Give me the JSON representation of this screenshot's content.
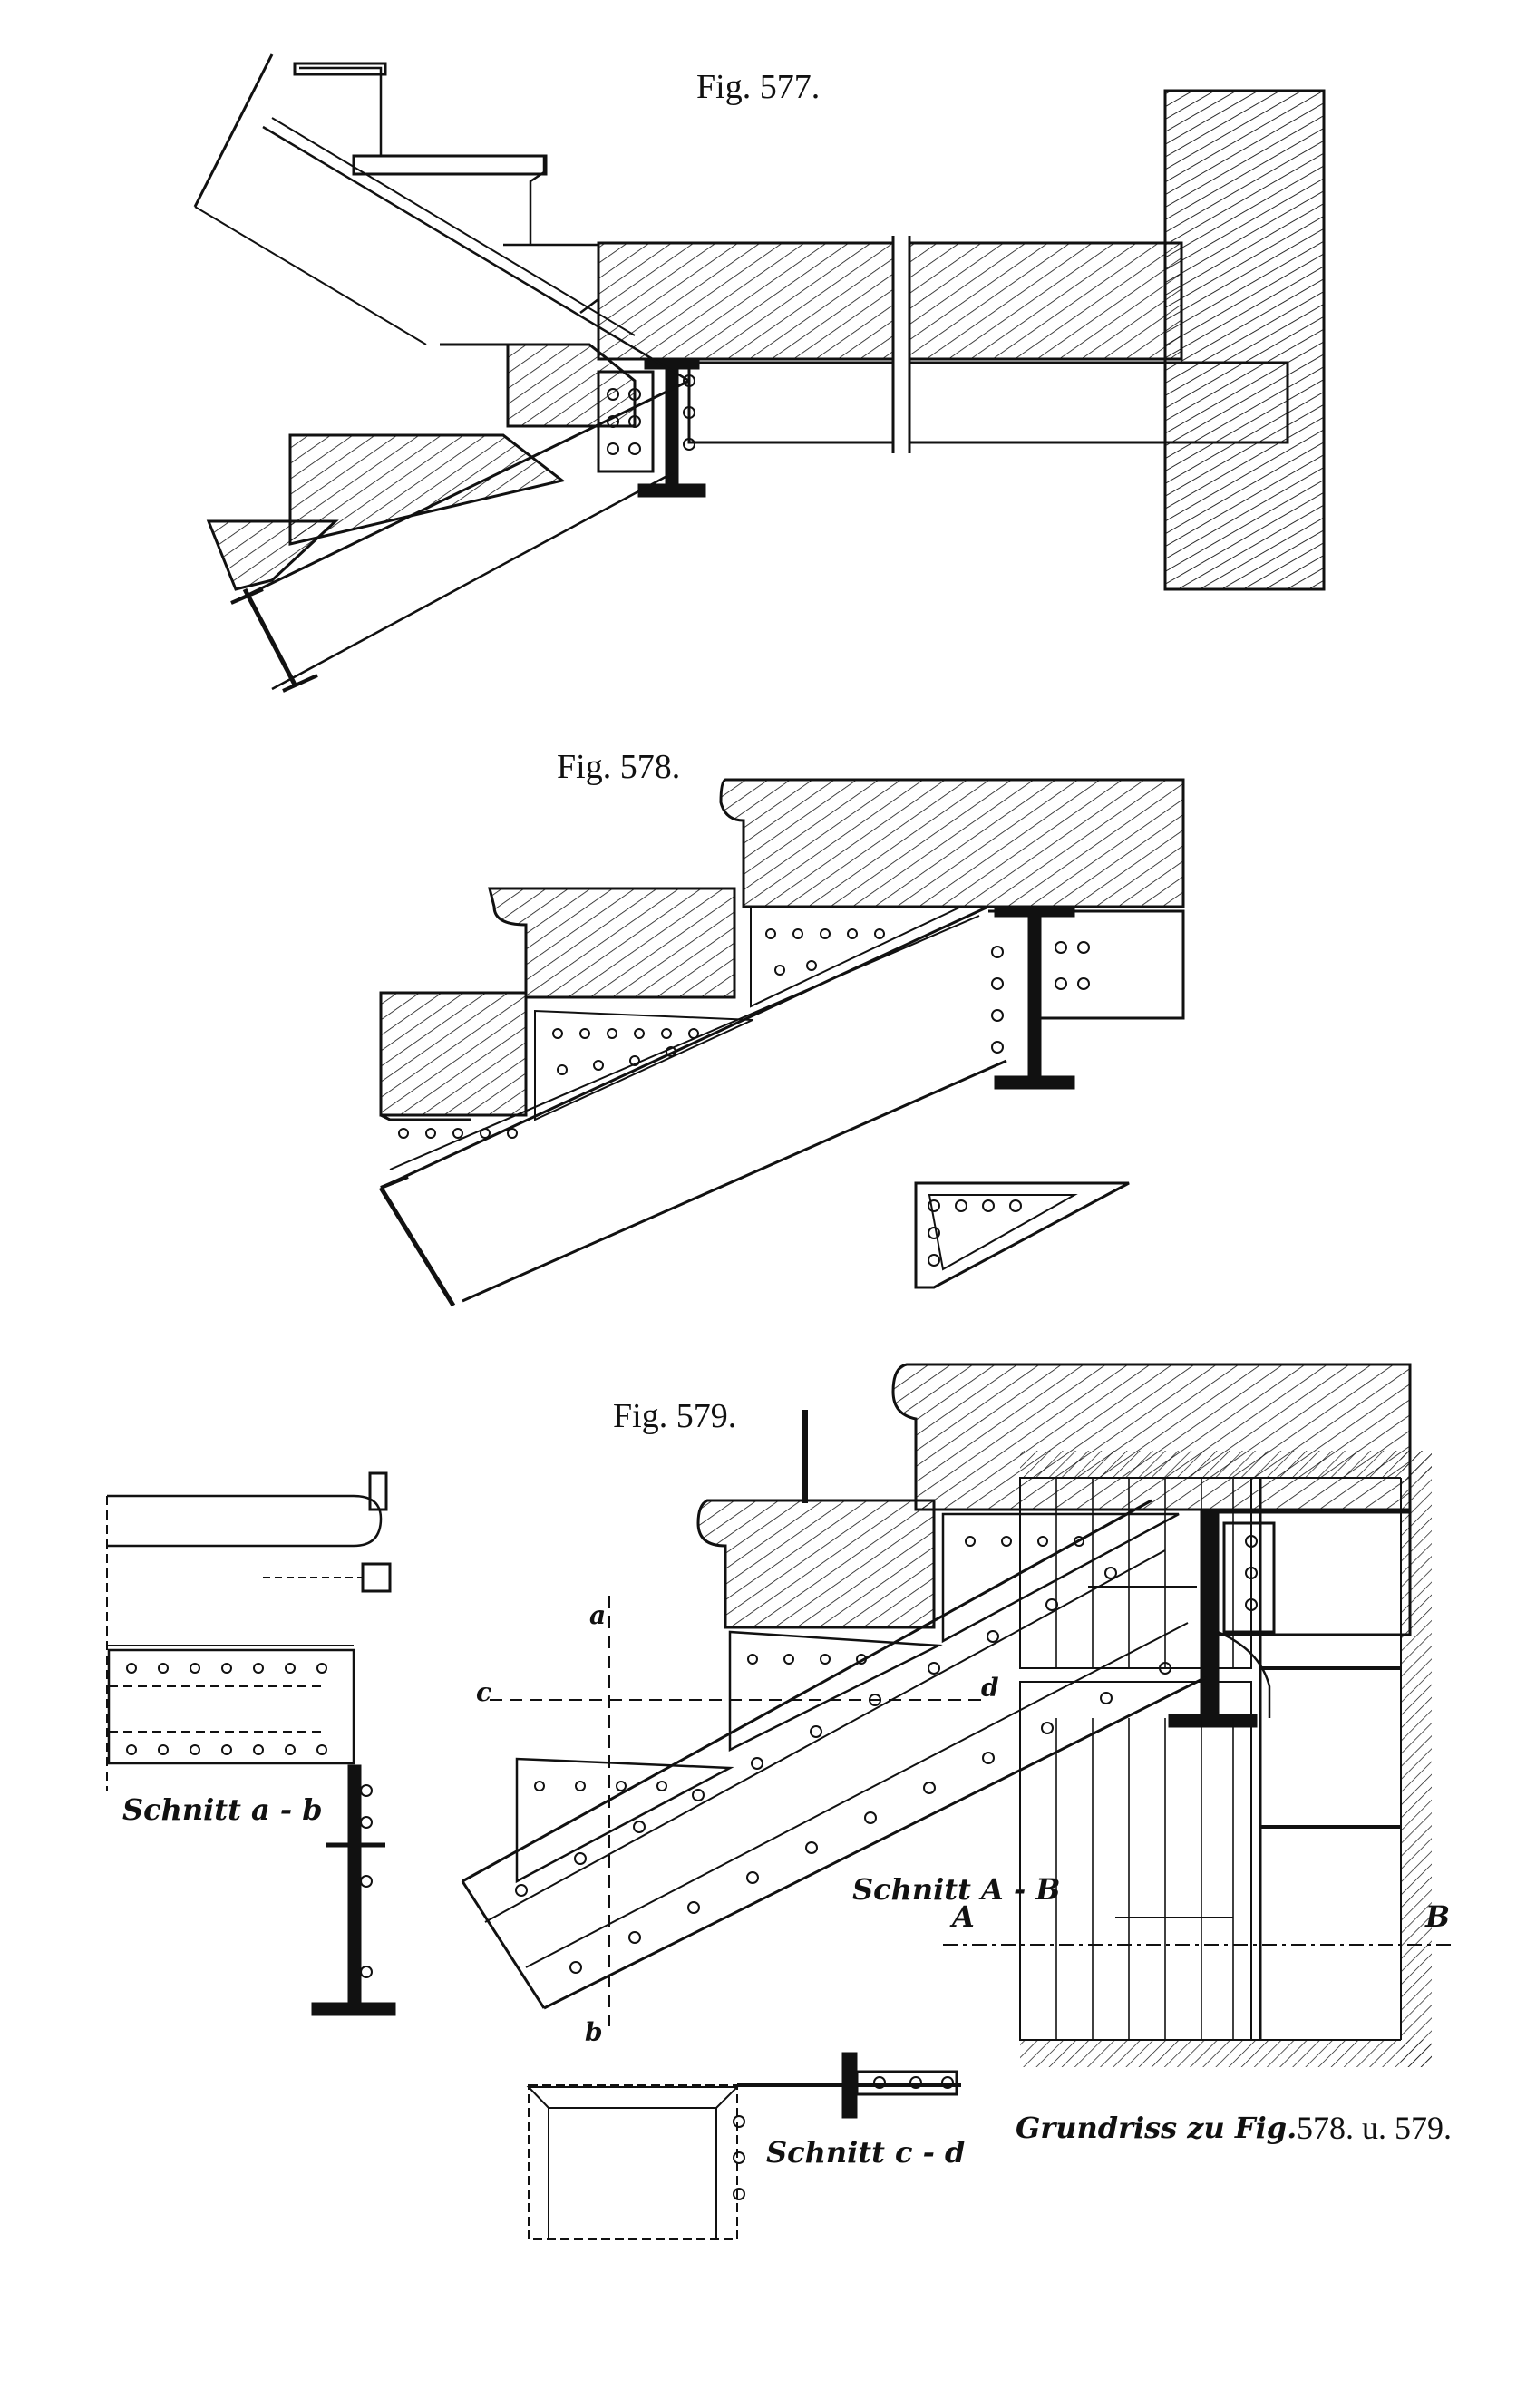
{
  "figures": {
    "fig577": {
      "title": "Fig. 577."
    },
    "fig578": {
      "title": "Fig. 578."
    },
    "fig579": {
      "title": "Fig. 579."
    }
  },
  "sections": {
    "section_ab": "Schnitt a - b",
    "section_cd": "Schnitt c - d",
    "section_AB": "Schnitt A - B"
  },
  "plan": {
    "caption_hand": "Grundriss zu Fig.",
    "caption_print": "578. u. 579.",
    "marker_A": "A",
    "marker_B": "B"
  },
  "cut_markers": {
    "a": "a",
    "b": "b",
    "c": "c",
    "d": "d"
  },
  "colors": {
    "ink": "#111111",
    "paper": "#ffffff"
  }
}
